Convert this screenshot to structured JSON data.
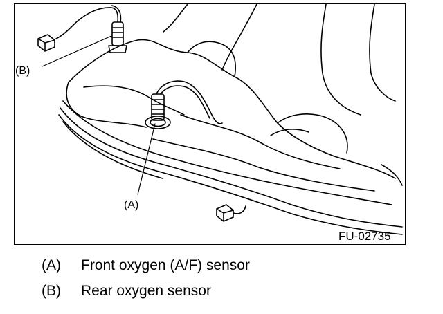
{
  "figure": {
    "id": "FU-02735",
    "callouts": {
      "b": "(B)",
      "a": "(A)"
    }
  },
  "legend": [
    {
      "key": "(A)",
      "text": "Front oxygen (A/F) sensor"
    },
    {
      "key": "(B)",
      "text": "Rear oxygen sensor"
    }
  ]
}
